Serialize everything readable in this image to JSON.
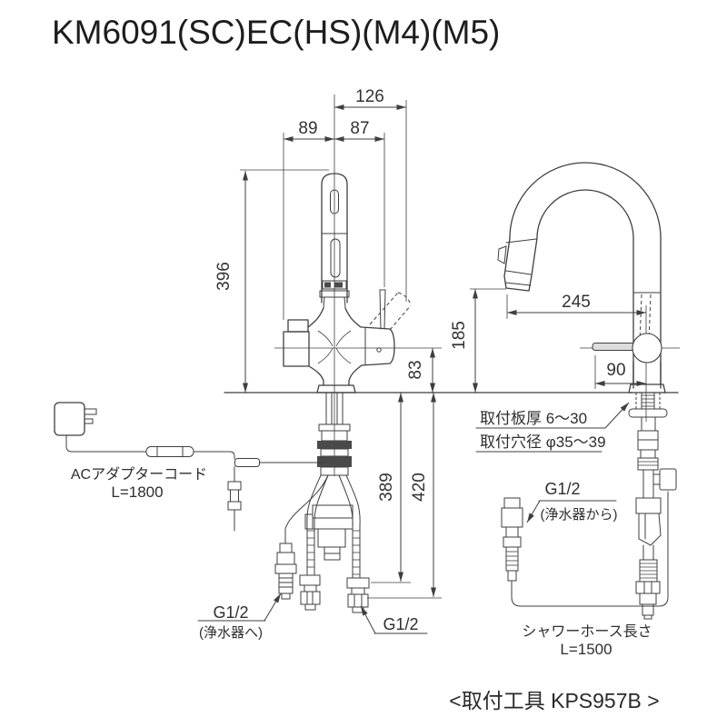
{
  "title": "KM6091(SC)EC(HS)(M4)(M5)",
  "colors": {
    "line": "#3f3f3f",
    "background": "#ffffff",
    "text": "#2b2b2b"
  },
  "front_view": {
    "dim_126": "126",
    "dim_89": "89",
    "dim_87": "87",
    "dim_396": "396",
    "dim_83": "83",
    "dim_389": "389",
    "dim_420": "420",
    "ac_adapter_label": "ACアダプターコード",
    "ac_adapter_length": "L=1800",
    "purifier_out_thread": "G1/2",
    "purifier_out_note": "(浄水器へ)",
    "supply_thread": "G1/2"
  },
  "side_view": {
    "dim_245": "245",
    "dim_185": "185",
    "dim_90": "90",
    "mount_plate_thickness": "取付板厚 6〜30",
    "mount_hole_diameter": "取付穴径 φ35〜39",
    "purifier_in_thread": "G1/2",
    "purifier_in_note": "(浄水器から)",
    "hose_length_label": "シャワーホース長さ",
    "hose_length_value": "L=1500"
  },
  "footer": {
    "tool_note": "<取付工具 KPS957B >"
  }
}
